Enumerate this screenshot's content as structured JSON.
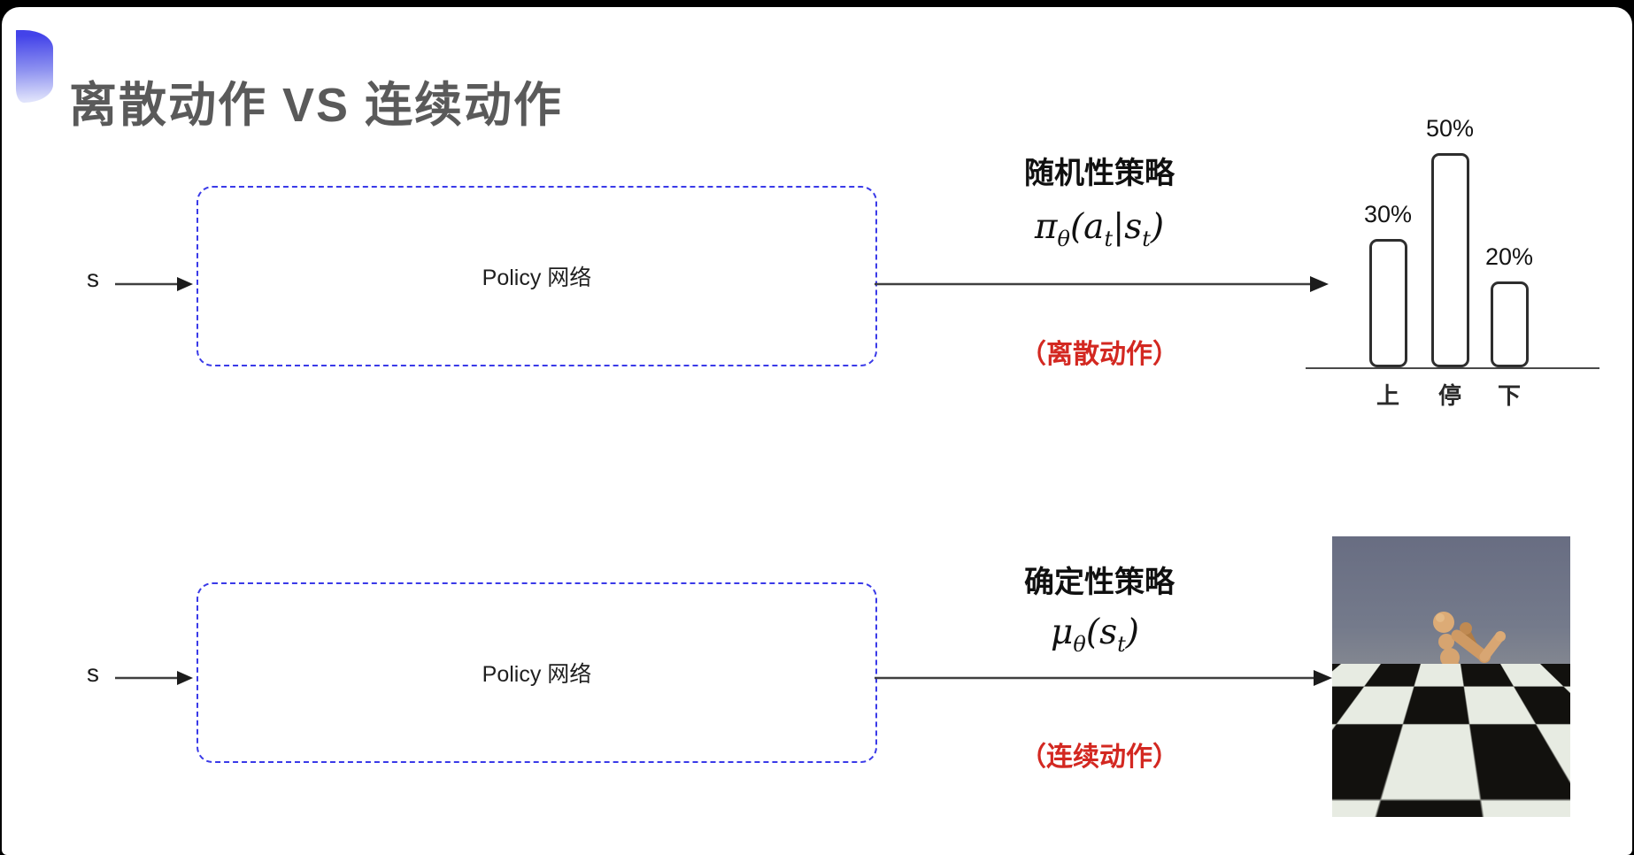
{
  "slide": {
    "title": "离散动作 VS 连续动作"
  },
  "colors": {
    "accent_blue": "#3a3ae8",
    "title_gray": "#5a5a5a",
    "note_red": "#d32821",
    "text_dark": "#1c1c1c",
    "arrow_gray": "#3f3f3f"
  },
  "rows": [
    {
      "input_label": "s",
      "box_label": "Policy 网络",
      "policy_title": "随机性策略",
      "action_note": "（离散动作）",
      "formula": {
        "symbol": "π",
        "symbol_sub": "θ",
        "open": "(",
        "arg1": "a",
        "arg1_sub": "t",
        "bar": "|",
        "arg2": "s",
        "arg2_sub": "t",
        "close": ")"
      }
    },
    {
      "input_label": "s",
      "box_label": "Policy 网络",
      "policy_title": "确定性策略",
      "action_note": "（连续动作）",
      "formula": {
        "symbol": "μ",
        "symbol_sub": "θ",
        "open": "(",
        "arg1": "s",
        "arg1_sub": "t",
        "close": ")"
      }
    }
  ],
  "histogram": {
    "type": "bar",
    "title": "",
    "categories": [
      "上",
      "停",
      "下"
    ],
    "values": [
      30,
      50,
      20
    ],
    "value_labels": [
      "30%",
      "50%",
      "20%"
    ],
    "bars": [
      {
        "category": "上",
        "value": 30,
        "value_label": "30%"
      },
      {
        "category": "停",
        "value": 50,
        "value_label": "50%"
      },
      {
        "category": "下",
        "value": 20,
        "value_label": "20%"
      }
    ]
  },
  "robot_scene": {
    "description": "humanoid-robot-on-checkerboard"
  }
}
